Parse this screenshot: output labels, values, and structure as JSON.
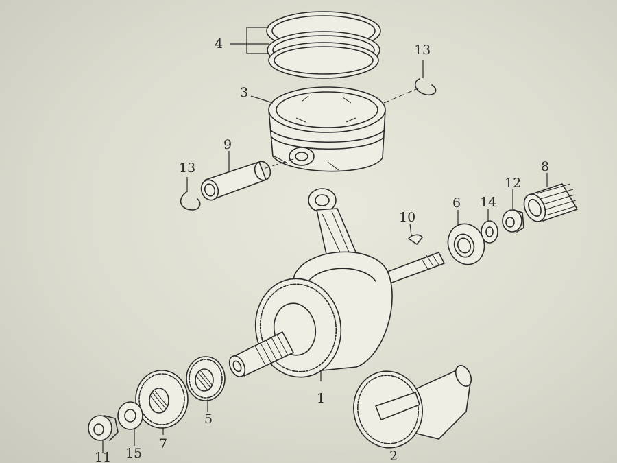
{
  "diagram": {
    "callouts": [
      {
        "id": "4",
        "text": "4"
      },
      {
        "id": "13a",
        "text": "13"
      },
      {
        "id": "3",
        "text": "3"
      },
      {
        "id": "9",
        "text": "9"
      },
      {
        "id": "13b",
        "text": "13"
      },
      {
        "id": "8",
        "text": "8"
      },
      {
        "id": "12",
        "text": "12"
      },
      {
        "id": "6",
        "text": "6"
      },
      {
        "id": "14",
        "text": "14"
      },
      {
        "id": "10",
        "text": "10"
      },
      {
        "id": "1",
        "text": "1"
      },
      {
        "id": "5",
        "text": "5"
      },
      {
        "id": "7",
        "text": "7"
      },
      {
        "id": "15",
        "text": "15"
      },
      {
        "id": "11",
        "text": "11"
      },
      {
        "id": "2",
        "text": "2"
      }
    ]
  }
}
